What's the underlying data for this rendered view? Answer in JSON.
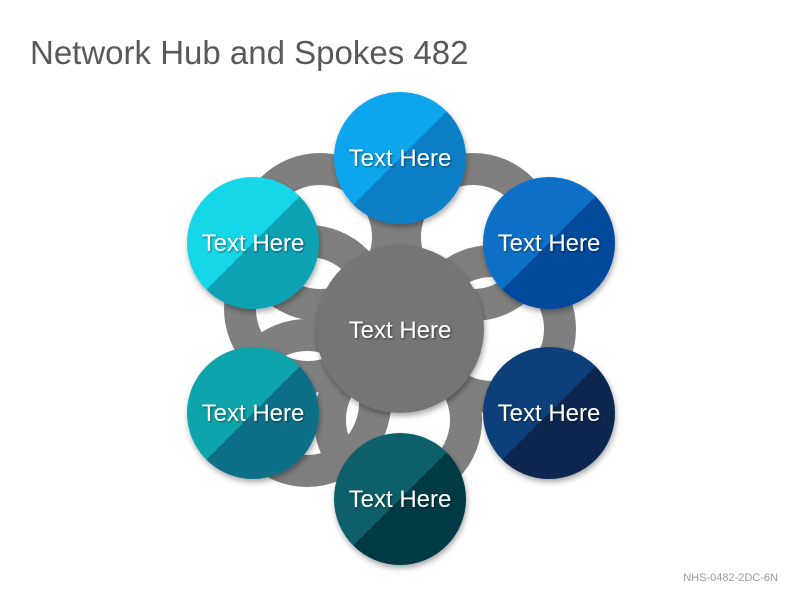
{
  "title": "Network Hub and Spokes 482",
  "code": "NHS-0482-2DC-6N",
  "hub": {
    "label": "Text Here",
    "color": "#757575"
  },
  "ring_color": "#7f7f7f",
  "nodes": [
    {
      "label": "Text Here",
      "color": "#0ea5ec",
      "dark": "#0b7fc6"
    },
    {
      "label": "Text Here",
      "color": "#0a6fc6",
      "dark": "#06489b"
    },
    {
      "label": "Text Here",
      "color": "#0c3f7a",
      "dark": "#072650"
    },
    {
      "label": "Text Here",
      "color": "#0a5e6a",
      "dark": "#063b45"
    },
    {
      "label": "Text Here",
      "color": "#11a4ab",
      "dark": "#0b6f86"
    },
    {
      "label": "Text Here",
      "color": "#12d7e7",
      "dark": "#0aa1b4"
    }
  ]
}
